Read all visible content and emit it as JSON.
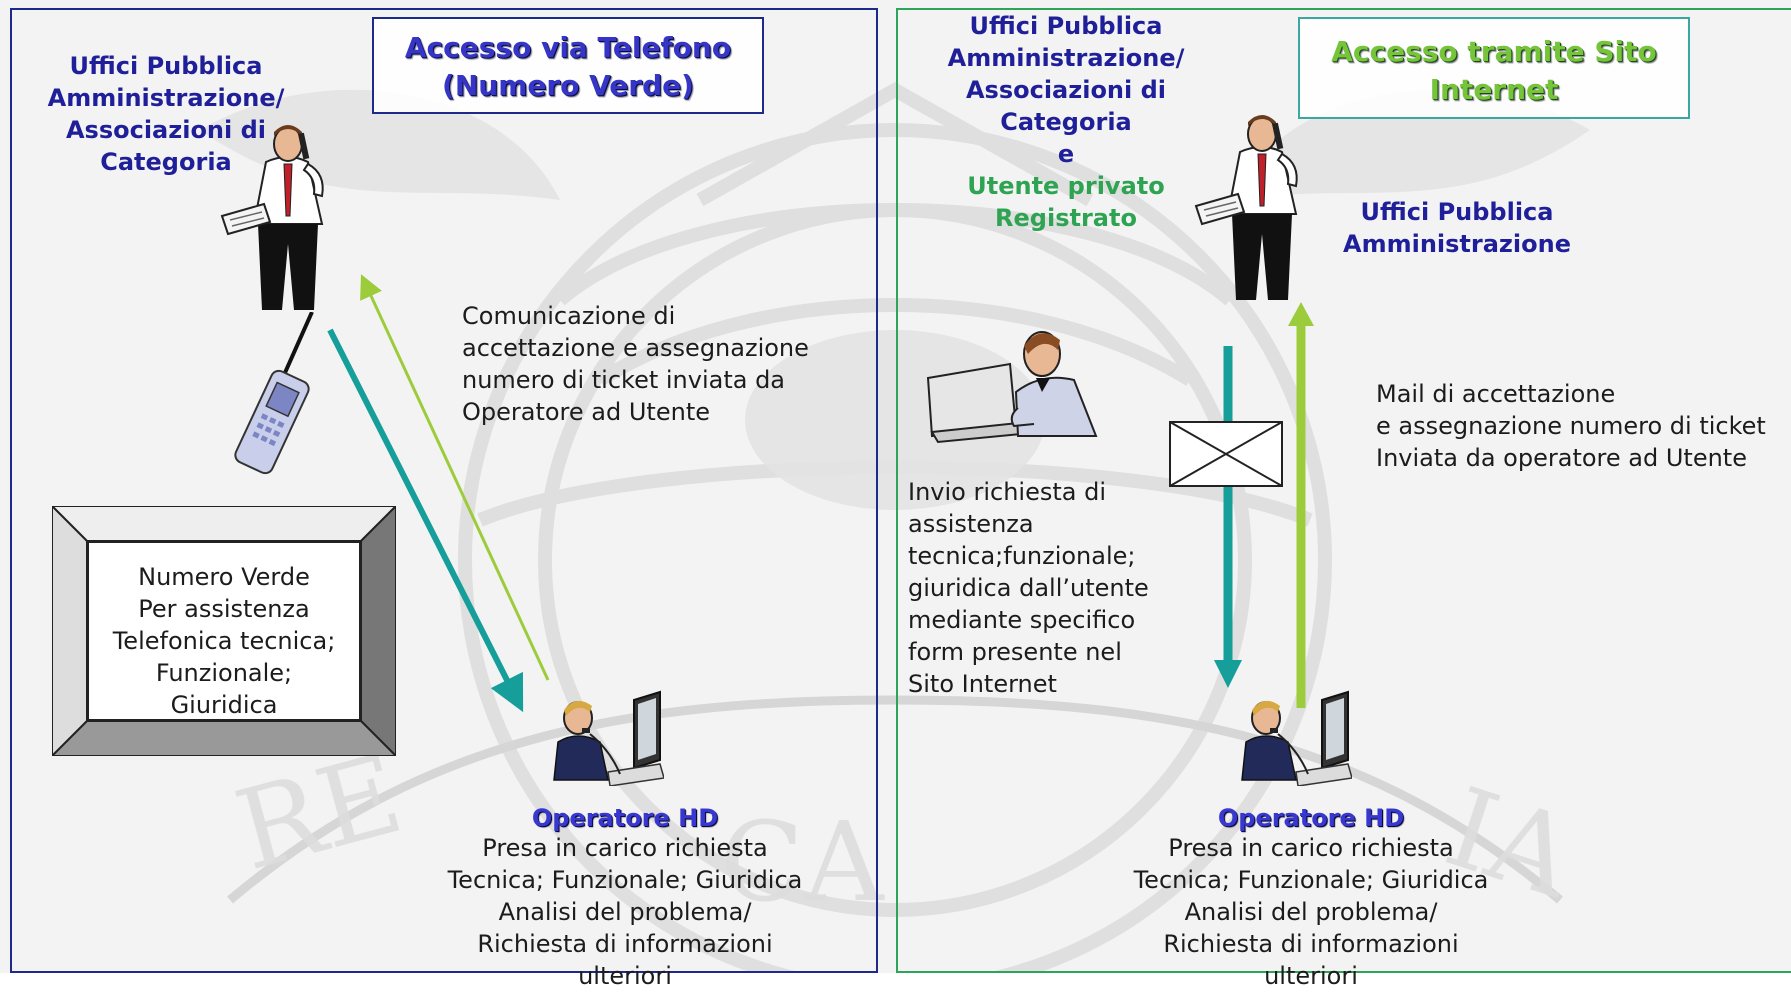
{
  "left": {
    "title_line1": "Accesso via Telefono",
    "title_line2": "(Numero Verde)",
    "user_label": [
      "Uffici Pubblica",
      "Amministrazione/",
      "Associazioni di",
      "Categoria"
    ],
    "message": [
      "Comunicazione  di",
      "accettazione e assegnazione",
      "numero di ticket inviata da",
      "Operatore ad Utente"
    ],
    "box": [
      "Numero Verde",
      "Per assistenza",
      "Telefonica tecnica;",
      "Funzionale;",
      "Giuridica"
    ],
    "operator_title": "Operatore HD",
    "operator_lines": [
      "Presa in carico richiesta",
      "Tecnica; Funzionale; Giuridica",
      "Analisi del problema/",
      "Richiesta di informazioni ulteriori"
    ]
  },
  "right": {
    "title_line1": "Accesso tramite Sito",
    "title_line2": "Internet",
    "user_label": [
      "Uffici Pubblica",
      "Amministrazione/",
      "Associazioni di",
      "Categoria",
      "e"
    ],
    "user_label_green": [
      "Utente  privato",
      "Registrato"
    ],
    "pa_label": [
      "Uffici Pubblica",
      "Amministrazione"
    ],
    "request_text": [
      "Invio richiesta di",
      "assistenza",
      "tecnica;funzionale;",
      "giuridica dall’utente",
      "mediante specifico",
      "form presente nel",
      "Sito Internet"
    ],
    "mail_text": [
      "Mail di accettazione",
      "e assegnazione numero di ticket",
      "Inviata da operatore ad Utente"
    ],
    "operator_title": "Operatore HD",
    "operator_lines": [
      "Presa in carico richiesta",
      "Tecnica; Funzionale; Giuridica",
      "Analisi del problema/",
      "Richiesta di informazioni ulteriori"
    ]
  },
  "colors": {
    "navy_border": "#1e2a8a",
    "green_border": "#2ea35a",
    "teal_arrow": "#159e9a",
    "lime_arrow": "#9ccc3c",
    "label_navy": "#1f1f99",
    "label_green": "#2ea352"
  },
  "icons": [
    "businessman-phone-icon",
    "mobile-phone-icon",
    "operator-computer-icon",
    "user-laptop-icon",
    "envelope-icon"
  ]
}
